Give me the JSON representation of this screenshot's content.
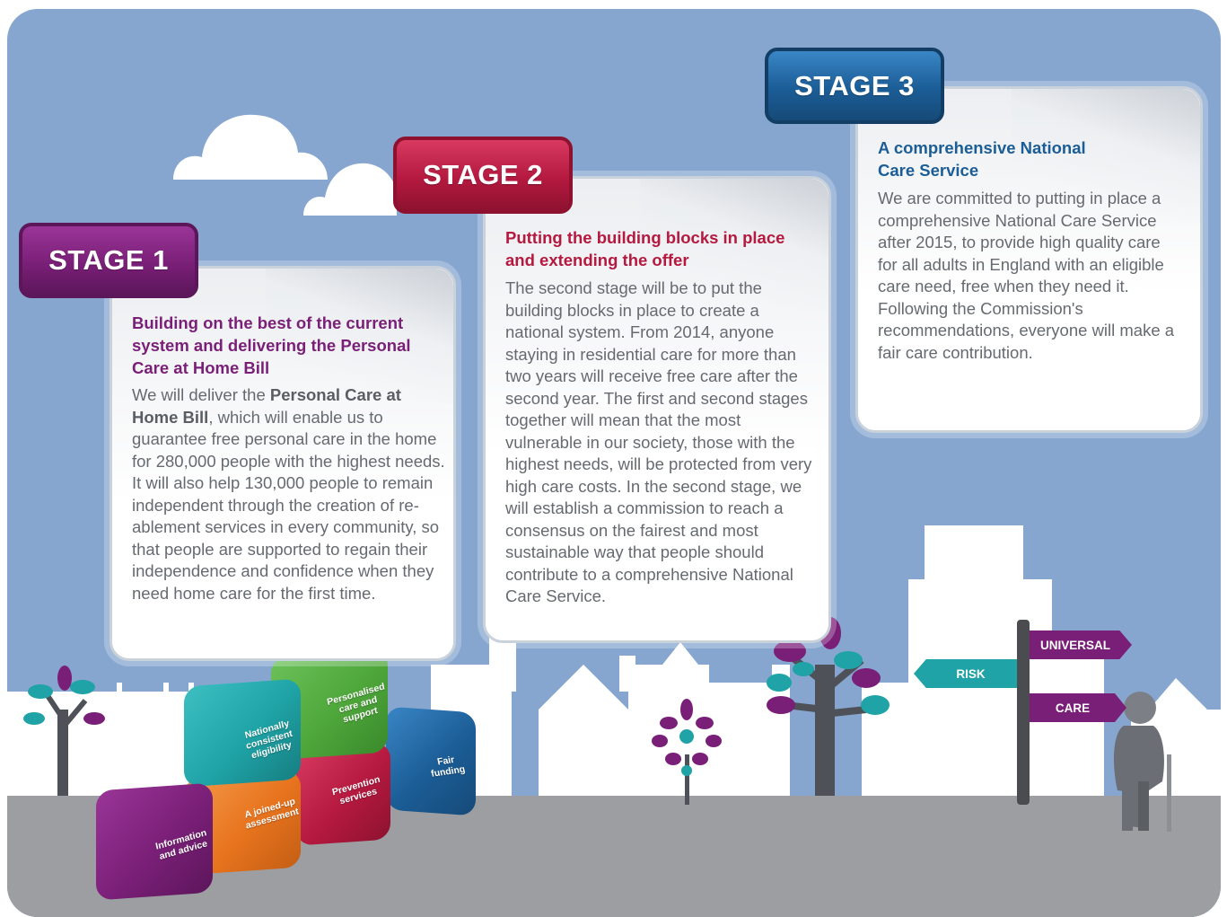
{
  "stages": [
    {
      "badge": "STAGE 1",
      "heading": "Building on the best of the current system and delivering the Personal Care at Home Bill",
      "body_pre": "We will deliver the ",
      "body_bold": "Personal Care at Home Bill",
      "body_post": ", which will enable us to guarantee free personal care in the home for 280,000 people with the highest needs. It will also help 130,000 people to remain independent through the creation of re-ablement services in every community, so that people are supported to regain their independence and confidence when they need home care for the first time.",
      "color": "#7a1f78"
    },
    {
      "badge": "STAGE 2",
      "heading": "Putting the building blocks in place and extending the offer",
      "body": "The second stage will be to put the building blocks in place to create a national system. From 2014, anyone staying in residential care for more than two years will receive free care after the second year. The first and second stages together will mean that the most vulnerable in our society, those with the highest needs, will be protected from very high care costs. In the second stage, we will establish a commission to reach a consensus on the fairest and most sustainable way that people should contribute to a comprehensive National Care Service.",
      "color": "#b5193f"
    },
    {
      "badge": "STAGE 3",
      "heading": "A comprehensive National Care Service",
      "body": "We are committed to putting in place a comprehensive National Care Service after 2015, to provide high quality care for all adults in England with an eligible care need, free when they need it. Following the Commission's recommendations, everyone will make a fair care contribution.",
      "color": "#1b5d96"
    }
  ],
  "blocks": [
    {
      "label": "Information and advice",
      "color": "#7a1f78"
    },
    {
      "label": "A joined-up assessment",
      "color": "#e8741e"
    },
    {
      "label": "Nationally consistent eligibility",
      "color": "#1fa3a6"
    },
    {
      "label": "Personalised care and support",
      "color": "#4fa83b"
    },
    {
      "label": "Prevention services",
      "color": "#b5193f"
    },
    {
      "label": "Fair funding",
      "color": "#1b5d96"
    }
  ],
  "signpost": {
    "universal": "UNIVERSAL",
    "risk": "RISK",
    "care": "CARE"
  },
  "colors": {
    "sky": "#86a6d0",
    "ground": "#9c9ea2",
    "signpost_purple": "#7a1f78",
    "signpost_teal": "#1fa3a6"
  }
}
